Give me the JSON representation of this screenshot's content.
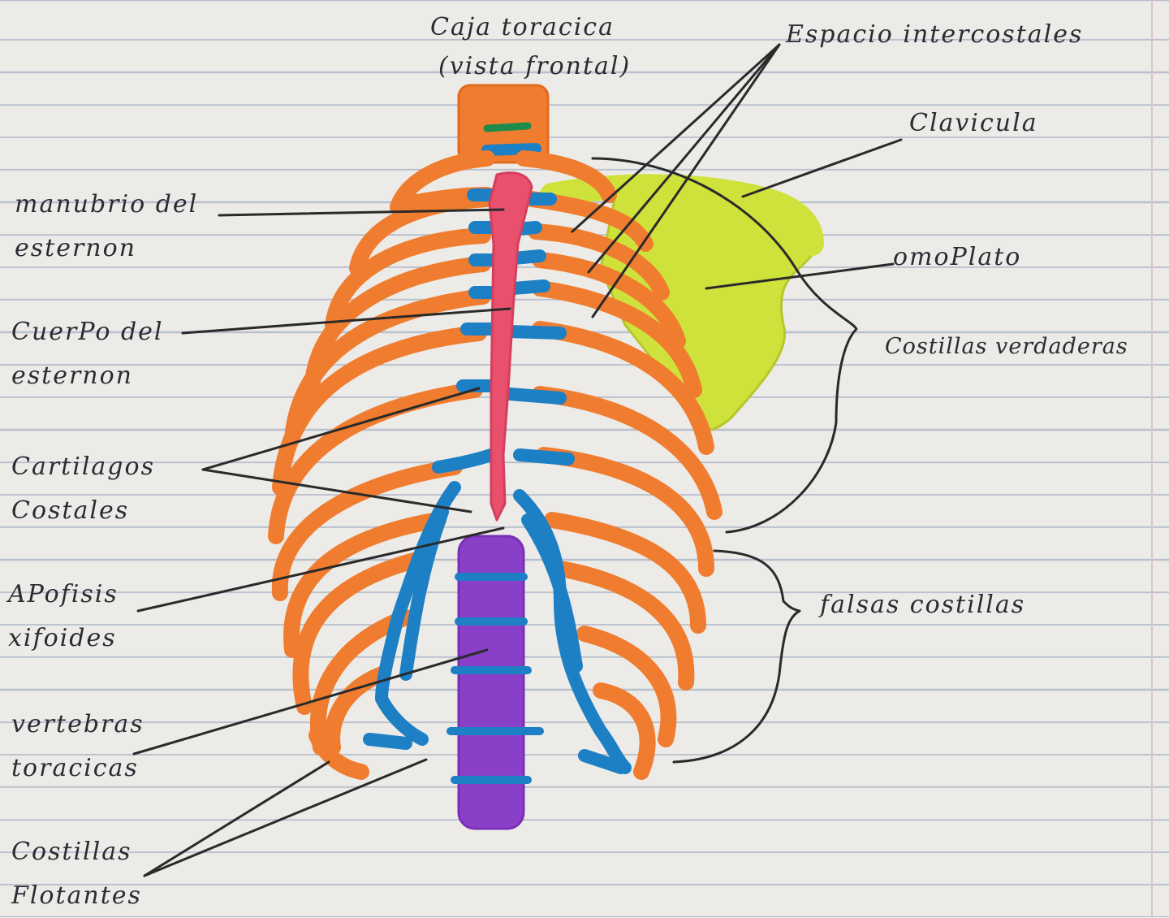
{
  "title": {
    "line1": "Caja toracica",
    "line2": "(vista frontal)"
  },
  "labels": {
    "espacio": "Espacio intercostales",
    "clavicula": "Clavicula",
    "manubrio_1": "manubrio del",
    "manubrio_2": "esternon",
    "omoplato": "omoPlato",
    "cuerpo_1": "CuerPo del",
    "cuerpo_2": "esternon",
    "verdaderas": "Costillas verdaderas",
    "cartilagos_1": "Cartilagos",
    "cartilagos_2": "Costales",
    "falsas": "falsas costillas",
    "apofisis_1": "APofisis",
    "apofisis_2": "xifoides",
    "vertebras_1": "vertebras",
    "vertebras_2": "toracicas",
    "flotantes_1": "Costillas",
    "flotantes_2": "Flotantes"
  },
  "colors": {
    "costilla": "#f07d2f",
    "cartilago": "#1d7fc4",
    "esternon": "#e8506e",
    "vertebra": "#8a3fc9",
    "omoplato": "#cfe23b",
    "tinta": "#2a2a2a"
  }
}
